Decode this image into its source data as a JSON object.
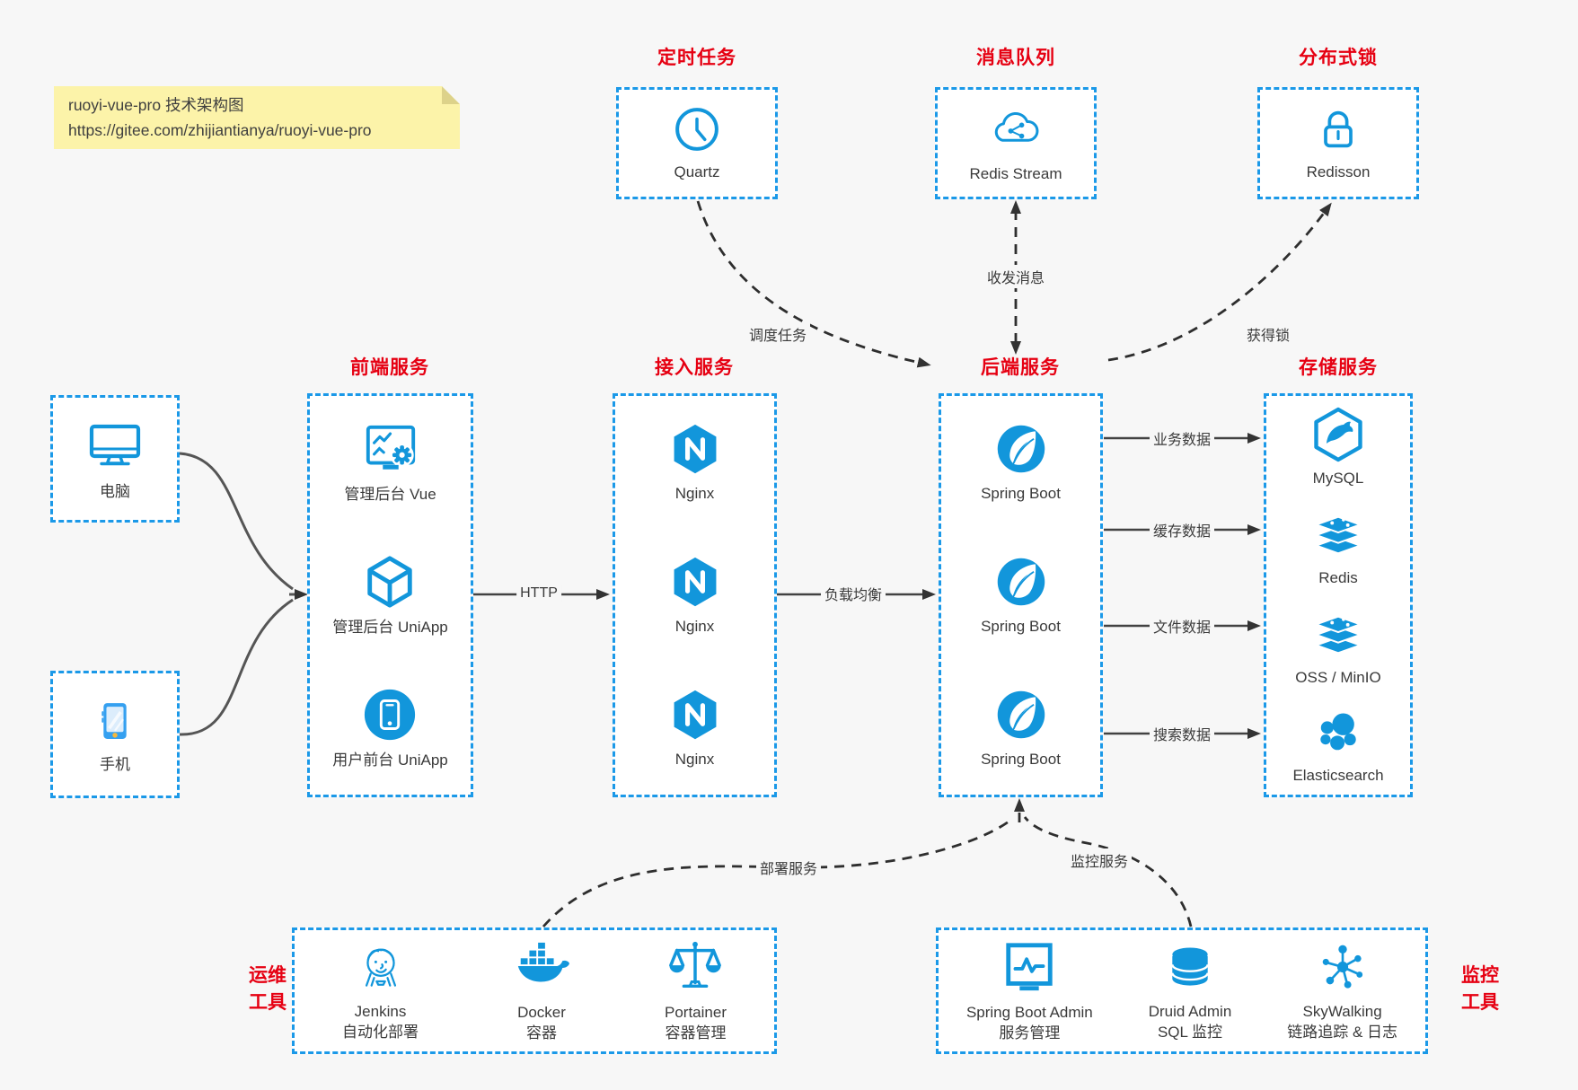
{
  "note": {
    "line1": "ruoyi-vue-pro 技术架构图",
    "line2": "https://gitee.com/zhijiantianya/ruoyi-vue-pro"
  },
  "colors": {
    "accent_blue": "#1296db",
    "border_blue": "#1b99e8",
    "title_red": "#e60012",
    "note_yellow": "#fcf3a9",
    "background": "#f7f7f7",
    "arrow_dark": "#333333"
  },
  "groups": {
    "scheduled": {
      "title": "定时任务",
      "items": [
        {
          "id": "quartz",
          "icon": "clock-icon",
          "label": "Quartz"
        }
      ]
    },
    "mq": {
      "title": "消息队列",
      "items": [
        {
          "id": "redis-stream",
          "icon": "cloud-stream-icon",
          "label": "Redis Stream"
        }
      ]
    },
    "lock": {
      "title": "分布式锁",
      "items": [
        {
          "id": "redisson",
          "icon": "lock-icon",
          "label": "Redisson"
        }
      ]
    },
    "pc": {
      "items": [
        {
          "id": "pc",
          "icon": "computer-icon",
          "label": "电脑"
        }
      ]
    },
    "phone": {
      "items": [
        {
          "id": "phone",
          "icon": "smartphone-icon",
          "label": "手机"
        }
      ]
    },
    "frontend": {
      "title": "前端服务",
      "items": [
        {
          "id": "admin-vue",
          "icon": "admin-vue-icon",
          "label": "管理后台 Vue"
        },
        {
          "id": "admin-uniapp",
          "icon": "uniapp-cube-icon",
          "label": "管理后台 UniApp"
        },
        {
          "id": "user-uniapp",
          "icon": "phone-circle-icon",
          "label": "用户前台 UniApp"
        }
      ]
    },
    "gateway": {
      "title": "接入服务",
      "items": [
        {
          "id": "nginx-1",
          "icon": "nginx-icon",
          "label": "Nginx"
        },
        {
          "id": "nginx-2",
          "icon": "nginx-icon",
          "label": "Nginx"
        },
        {
          "id": "nginx-3",
          "icon": "nginx-icon",
          "label": "Nginx"
        }
      ]
    },
    "backend": {
      "title": "后端服务",
      "items": [
        {
          "id": "spring-boot-1",
          "icon": "spring-boot-icon",
          "label": "Spring Boot"
        },
        {
          "id": "spring-boot-2",
          "icon": "spring-boot-icon",
          "label": "Spring Boot"
        },
        {
          "id": "spring-boot-3",
          "icon": "spring-boot-icon",
          "label": "Spring Boot"
        }
      ]
    },
    "storage": {
      "title": "存储服务",
      "items": [
        {
          "id": "mysql",
          "icon": "mysql-icon",
          "label": "MySQL"
        },
        {
          "id": "redis",
          "icon": "redis-stack-icon",
          "label": "Redis"
        },
        {
          "id": "oss-minio",
          "icon": "storage-stack-icon",
          "label": "OSS / MinIO"
        },
        {
          "id": "elasticsearch",
          "icon": "elasticsearch-icon",
          "label": "Elasticsearch"
        }
      ]
    },
    "ops": {
      "title_lines": [
        "运维",
        "工具"
      ],
      "items": [
        {
          "id": "jenkins",
          "icon": "jenkins-icon",
          "label": "Jenkins",
          "label2": "自动化部署"
        },
        {
          "id": "docker",
          "icon": "docker-icon",
          "label": "Docker",
          "label2": "容器"
        },
        {
          "id": "portainer",
          "icon": "portainer-icon",
          "label": "Portainer",
          "label2": "容器管理"
        }
      ]
    },
    "monitor": {
      "title_lines": [
        "监控",
        "工具"
      ],
      "items": [
        {
          "id": "spring-boot-admin",
          "icon": "sba-icon",
          "label": "Spring Boot Admin",
          "label2": "服务管理"
        },
        {
          "id": "druid-admin",
          "icon": "druid-icon",
          "label": "Druid Admin",
          "label2": "SQL 监控"
        },
        {
          "id": "skywalking",
          "icon": "skywalking-icon",
          "label": "SkyWalking",
          "label2": "链路追踪 & 日志"
        }
      ]
    }
  },
  "edges": {
    "http": "HTTP",
    "load_balance": "负载均衡",
    "biz_data": "业务数据",
    "cache_data": "缓存数据",
    "file_data": "文件数据",
    "search_data": "搜索数据",
    "schedule": "调度任务",
    "message": "收发消息",
    "acquire_lock": "获得锁",
    "deploy": "部署服务",
    "monitor_service": "监控服务"
  }
}
